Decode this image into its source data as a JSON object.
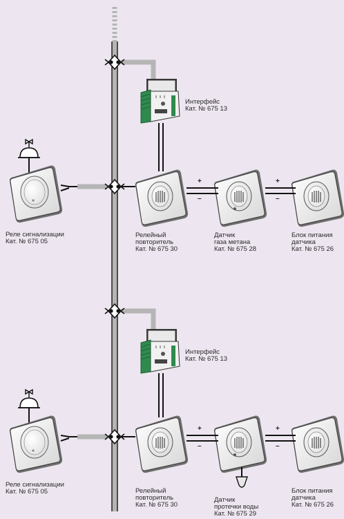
{
  "upper": {
    "alarm_relay": [
      "Реле сигнализации",
      "Кат. № 675 05"
    ],
    "interface": [
      "Интерфейс",
      "Кат. № 675 13"
    ],
    "relay_repeater": [
      "Релейный",
      "повторитель",
      "Кат. № 675 30"
    ],
    "gas_sensor": [
      "Датчик",
      "газа метана",
      "Кат. № 675 28"
    ],
    "power_supply": [
      "Блок питания",
      "датчика",
      "Кат. № 675 26"
    ],
    "plus": "+",
    "minus": "–"
  },
  "lower": {
    "alarm_relay": [
      "Реле сигнализации",
      "Кат. № 675 05"
    ],
    "interface": [
      "Интерфейс",
      "Кат. № 675 13"
    ],
    "relay_repeater": [
      "Релейный",
      "повторитель",
      "Кат. № 675 30"
    ],
    "water_sensor": [
      "Датчик",
      "протечки воды",
      "Кат. № 675 29"
    ],
    "power_supply": [
      "Блок питания",
      "датчика",
      "Кат. № 675 26"
    ],
    "plus": "+",
    "minus": "–"
  },
  "colors": {
    "background": "#ede6f0",
    "bus_cable": "#b5b5b5",
    "wire": "#1a1a1a",
    "device_face": "#f4f4f4",
    "interface_green": "#2f8a4e"
  }
}
